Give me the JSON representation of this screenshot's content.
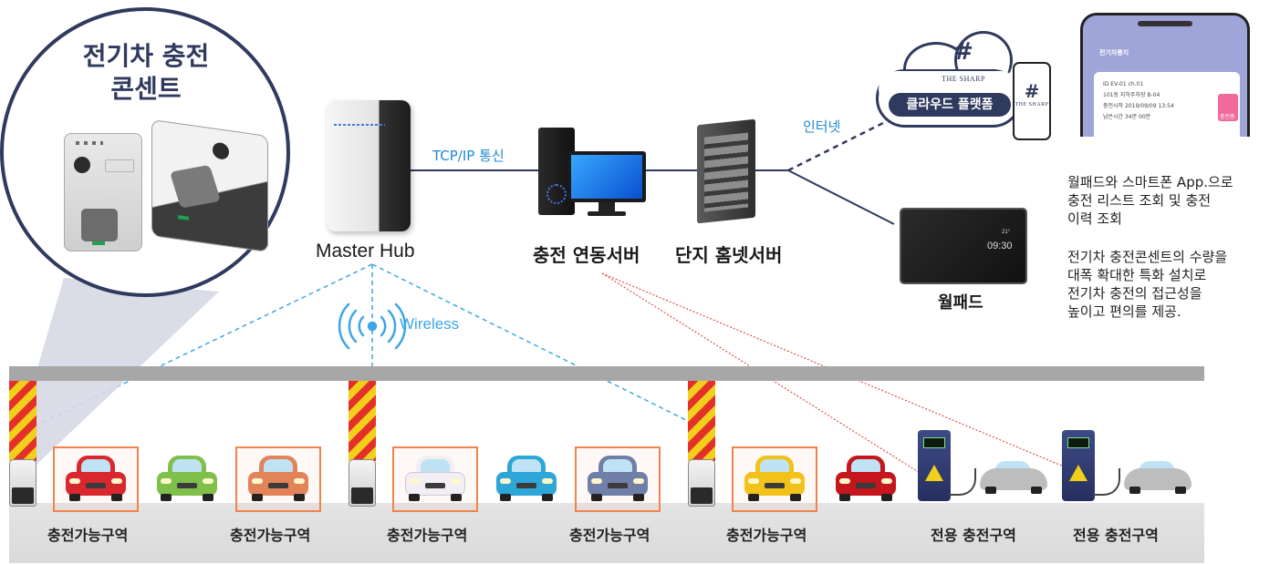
{
  "outlet_callout": {
    "title_line1": "전기차 충전",
    "title_line2": "콘센트"
  },
  "hub": {
    "label": "Master Hub"
  },
  "links": {
    "tcpip": "TCP/IP 통신",
    "internet": "인터넷",
    "wireless": "Wireless"
  },
  "servers": {
    "charge_server": "충전 연동서버",
    "homenet_server": "단지 홈넷서버"
  },
  "cloud": {
    "brand": "THE SHARP",
    "platform": "클라우드 플랫폼"
  },
  "wallpad": {
    "label": "월패드",
    "clock": "09:30",
    "temp": "21°"
  },
  "app_screen": {
    "title": "전기차통지",
    "id_line": "ID EV-01 ch.01",
    "location": "101동 지하주차장 B-04",
    "start": "충전시작  2019/09/09  13:54",
    "elapsed": "남은시간  34분 00분",
    "button": "충전중"
  },
  "description": {
    "para1": [
      "월패드와 스마트폰 App.으로",
      "충전 리스트 조회 및 충전",
      "이력 조회"
    ],
    "para2": [
      "전기차 충전콘센트의 수량을",
      "대폭 확대한 특화 설치로",
      "전기차 충전의 접근성을",
      "높이고 편의를 제공."
    ]
  },
  "zones": {
    "chargeable": "충전가능구역",
    "dedicated": "전용 충전구역"
  },
  "colors": {
    "navy": "#2f3a5e",
    "wire_blue": "#3da6e8",
    "wire_red": "#e0302a",
    "zone_orange": "#f0844c",
    "stripe_red": "#e3312a",
    "stripe_yellow": "#f2cf1a"
  }
}
